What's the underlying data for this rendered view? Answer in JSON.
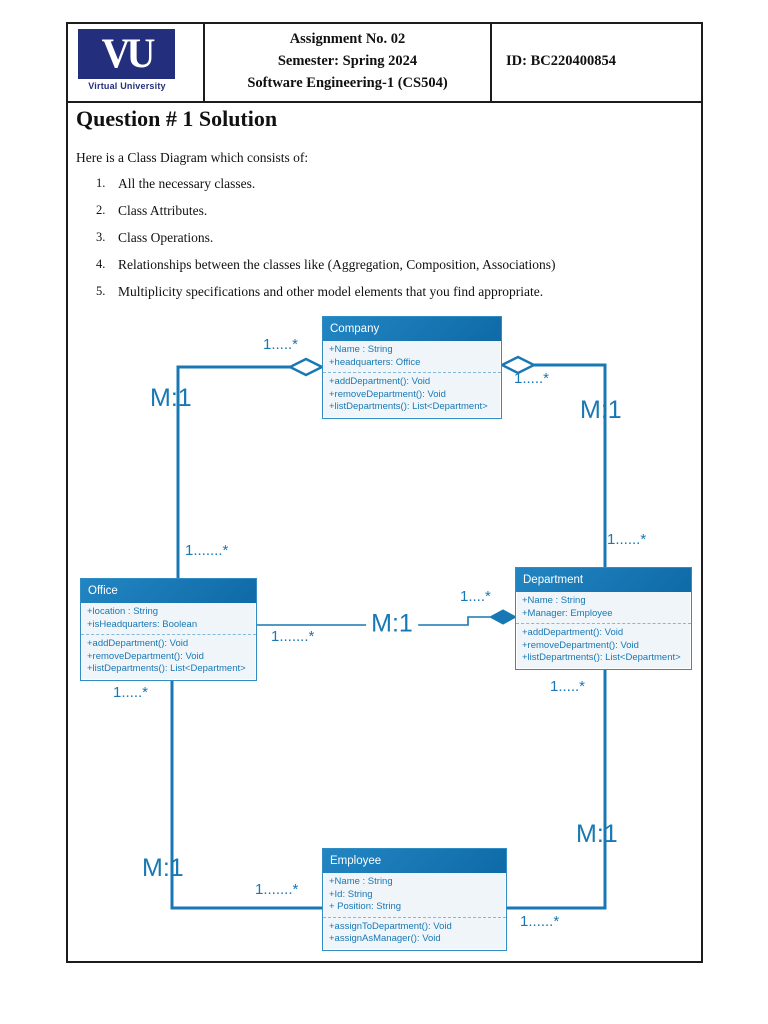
{
  "header": {
    "logo": {
      "acronym": "VU",
      "caption": "Virtual University"
    },
    "assignment": "Assignment No. 02",
    "semester": "Semester: Spring 2024",
    "course": "Software Engineering-1 (CS504)",
    "student_id": "ID: BC220400854"
  },
  "question": {
    "title": "Question # 1 Solution",
    "intro": "Here is a Class Diagram which consists of:",
    "items": [
      {
        "num": "1.",
        "text": "All the necessary classes."
      },
      {
        "num": "2.",
        "text": "Class Attributes."
      },
      {
        "num": "3.",
        "text": "Class Operations."
      },
      {
        "num": "4.",
        "text": "Relationships between the classes like (Aggregation, Composition, Associations)"
      },
      {
        "num": "5.",
        "text": "Multiplicity specifications and other model elements that you find appropriate."
      }
    ]
  },
  "diagram": {
    "classes": [
      {
        "name": "Company",
        "attributes": [
          "+Name : String",
          "+headquarters: Office"
        ],
        "operations": [
          "+addDepartment(): Void",
          "+removeDepartment(): Void",
          "+listDepartments(): List<Department>"
        ]
      },
      {
        "name": "Office",
        "attributes": [
          "+location : String",
          "+isHeadquarters: Boolean"
        ],
        "operations": [
          "+addDepartment(): Void",
          "+removeDepartment(): Void",
          "+listDepartments(): List<Department>"
        ]
      },
      {
        "name": "Department",
        "attributes": [
          "+Name : String",
          "+Manager: Employee"
        ],
        "operations": [
          "+addDepartment(): Void",
          "+removeDepartment(): Void",
          "+listDepartments(): List<Department>"
        ]
      },
      {
        "name": "Employee",
        "attributes": [
          "+Name : String",
          "+Id: String",
          "+ Position: String"
        ],
        "operations": [
          "+assignToDepartment(): Void",
          "+assignAsManager(): Void"
        ]
      }
    ],
    "multiplicity": {
      "company_office_many": "1.....*",
      "company_office_ratio": "M:1",
      "office_top": "1.......*",
      "company_dept_many": "1.....*",
      "company_dept_ratio": "M:1",
      "dept_top": "1......*",
      "office_dept_left": "1.......*",
      "office_dept_ratio": "M:1",
      "office_dept_right": "1....*",
      "office_bottom": "1.....*",
      "office_emp_ratio": "M:1",
      "office_emp_many": "1.......*",
      "dept_bottom": "1.....*",
      "dept_emp_ratio": "M:1",
      "dept_emp_many": "1......*"
    },
    "colors": {
      "line": "#1878b4",
      "class_header_light": "#2286c3",
      "class_header_dark": "#0f6aa6",
      "class_body_bg": "#f0f5fa",
      "logo_navy": "#232e7c"
    }
  }
}
